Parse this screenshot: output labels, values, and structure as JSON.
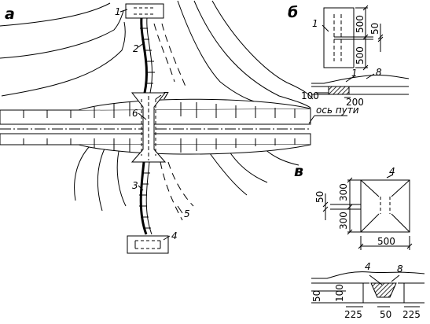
{
  "figure": {
    "panels": {
      "a": "а",
      "b": "б",
      "v": "в"
    },
    "callouts": {
      "n1": "1",
      "n2": "2",
      "n3": "3",
      "n4": "4",
      "n5": "5",
      "n6": "6",
      "n7": "7",
      "n8": "8"
    },
    "axis_label": "ось пути",
    "b_dimensions": {
      "d500_top": "500",
      "d500_bottom": "500",
      "d50": "50",
      "d100": "100",
      "d200": "200"
    },
    "v_dimensions": {
      "d300_top": "300",
      "d300_bottom": "300",
      "d50": "50",
      "d500": "500",
      "d50_section": "50",
      "d100": "100",
      "d225_left": "225",
      "d50_bottom": "50",
      "d225_right": "225"
    },
    "colors": {
      "line": "#000000",
      "fill": "#ffffff",
      "hatch": "#000000"
    }
  }
}
